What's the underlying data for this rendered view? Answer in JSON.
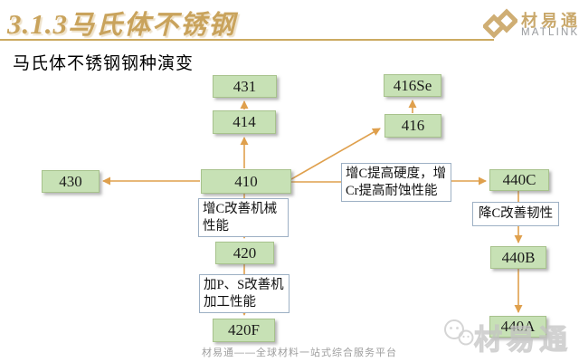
{
  "slide": {
    "title_number": "3.1.3",
    "title_text": "马氏体不锈钢",
    "subtitle": "马氏体不锈钢钢种演变",
    "footer": "材易通——全球材料一站式综合服务平台"
  },
  "logo": {
    "name": "材易通",
    "brand": "MATLINK",
    "icon": "interlocked-diamonds"
  },
  "watermark": {
    "text": "材易通",
    "icon": "wechat-bubbles"
  },
  "diagram": {
    "nodes": [
      {
        "id": "430",
        "label": "430"
      },
      {
        "id": "431",
        "label": "431"
      },
      {
        "id": "414",
        "label": "414"
      },
      {
        "id": "410",
        "label": "410"
      },
      {
        "id": "416Se",
        "label": "416Se"
      },
      {
        "id": "416",
        "label": "416"
      },
      {
        "id": "440C",
        "label": "440C"
      },
      {
        "id": "420",
        "label": "420"
      },
      {
        "id": "440B",
        "label": "440B"
      },
      {
        "id": "420F",
        "label": "420F"
      },
      {
        "id": "440A",
        "label": "440A"
      }
    ],
    "edge_labels": [
      {
        "text": "增C改善机械性能"
      },
      {
        "text": "增C提高硬度，增Cr提高耐蚀性能"
      },
      {
        "text": "加P、S改善机加工性能"
      },
      {
        "text": "降C改善韧性"
      }
    ],
    "edges": [
      {
        "from": "410",
        "to": "414"
      },
      {
        "from": "414",
        "to": "431"
      },
      {
        "from": "410",
        "to": "430"
      },
      {
        "from": "410",
        "to": "416"
      },
      {
        "from": "416",
        "to": "416Se"
      },
      {
        "from": "410",
        "to": "440C",
        "label": "增C提高硬度，增Cr提高耐蚀性能"
      },
      {
        "from": "410",
        "to": "420",
        "label": "增C改善机械性能"
      },
      {
        "from": "420",
        "to": "420F",
        "label": "加P、S改善机加工性能"
      },
      {
        "from": "440C",
        "to": "440B",
        "label": "降C改善韧性"
      },
      {
        "from": "440B",
        "to": "440A"
      }
    ]
  },
  "colors": {
    "accent_gold": "#c9a35c",
    "node_fill": "#c7e1b5",
    "node_border": "#a7c28c",
    "arrow": "#dfa04d",
    "label_border": "#9db0c4",
    "footer_gray": "#9e9e9e"
  }
}
